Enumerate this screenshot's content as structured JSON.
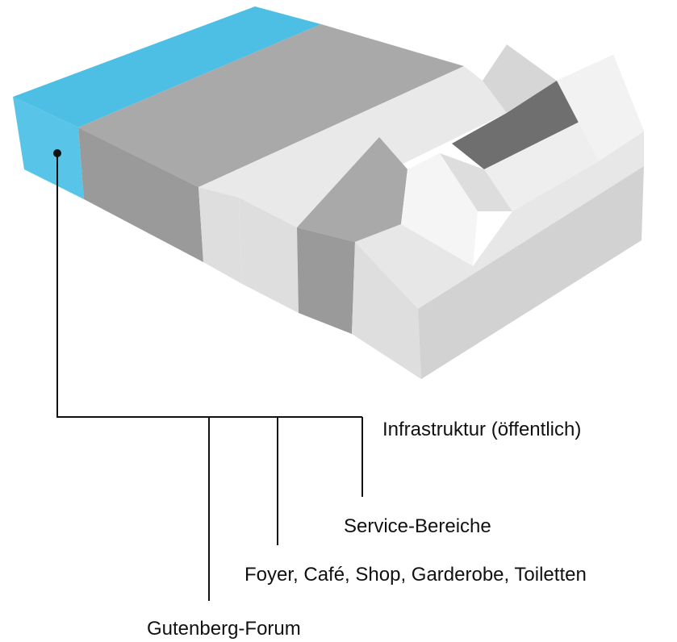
{
  "labels": {
    "infrastructure": "Infrastruktur (öffentlich)",
    "service": "Service-Bereiche",
    "foyer": "Foyer, Café, Shop, Garderobe, Toiletten",
    "forum": "Gutenberg-Forum"
  },
  "colors": {
    "blue_top": "#4ebfe4",
    "blue_front": "#58c4e7",
    "dark_top": "#a9a9a9",
    "dark_front": "#9a9a9a",
    "light_top": "#e9e9e9",
    "light_front": "#dedede",
    "mid_top": "#c9c9c9",
    "shadow": "#6f6f6f",
    "line": "#111111"
  }
}
